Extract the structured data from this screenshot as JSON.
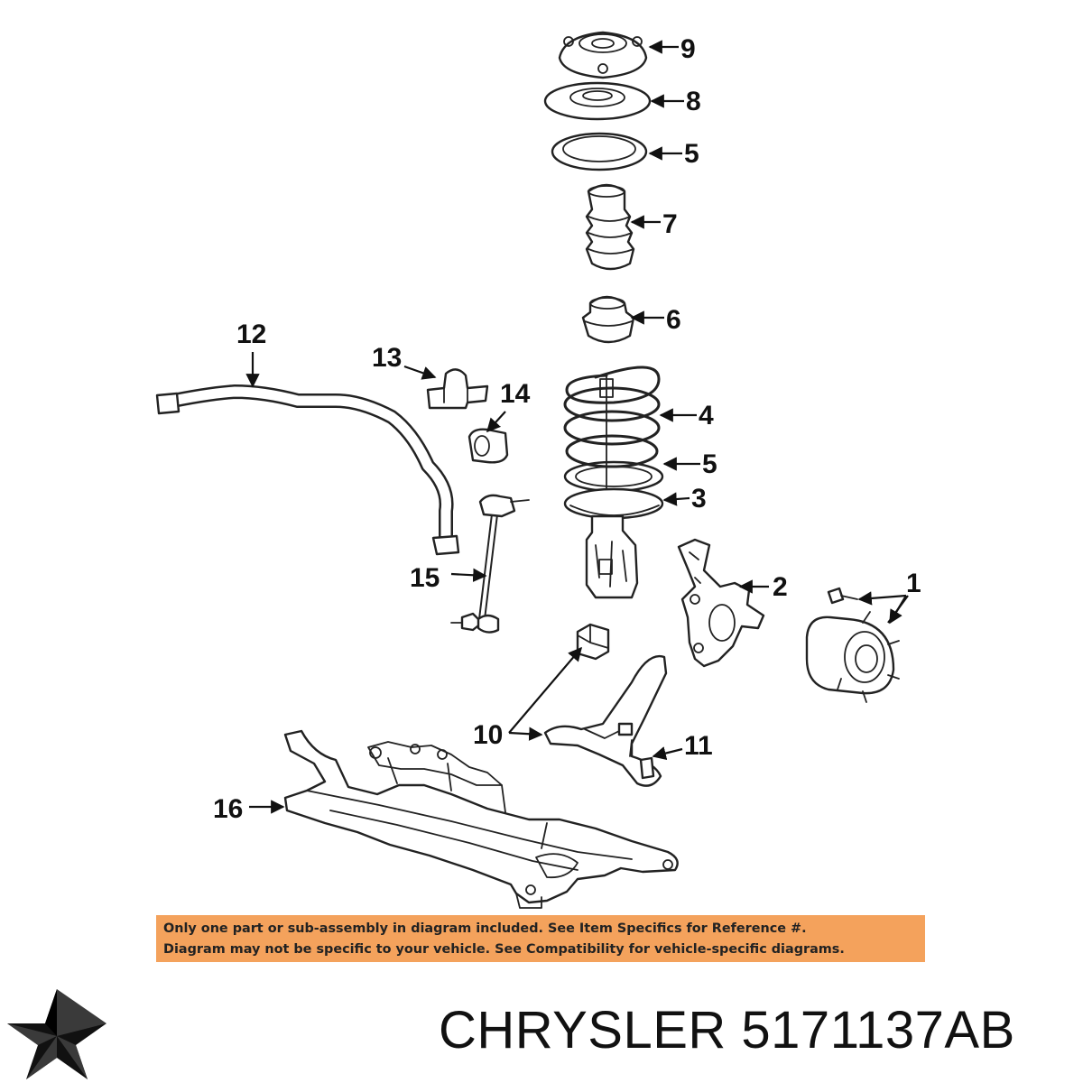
{
  "callouts": {
    "c1": "1",
    "c2": "2",
    "c3": "3",
    "c4": "4",
    "c5a": "5",
    "c5b": "5",
    "c6": "6",
    "c7": "7",
    "c8": "8",
    "c9": "9",
    "c10": "10",
    "c11": "11",
    "c12": "12",
    "c13": "13",
    "c14": "14",
    "c15": "15",
    "c16": "16"
  },
  "notice": {
    "line1": "Only one part or sub-assembly in diagram included. See Item Specifics for Reference #.",
    "line2": "Diagram may not be specific to your vehicle. See Compatibility for vehicle-specific diagrams.",
    "background_color": "#f4a25c"
  },
  "brand": {
    "text": "CHRYSLER 5171137AB",
    "logo_icon": "chrysler-pentastar-icon"
  }
}
